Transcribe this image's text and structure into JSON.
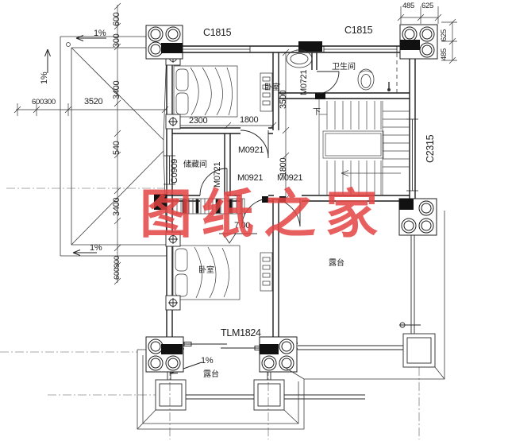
{
  "watermark": {
    "text": "图纸之家",
    "color": "#e34444"
  },
  "rooms": {
    "bedroom_top": "卧室",
    "bathroom": "卫生间",
    "storage": "储藏间",
    "bedroom_bottom": "卧室",
    "terrace_right": "露台",
    "terrace_bottom": "露台"
  },
  "openings": {
    "window_top_left": "C1815",
    "window_top_right": "C1815",
    "window_right": "C2315",
    "window_storage": "C0909",
    "door_bath": "M0721",
    "door_storage": "M0721",
    "door_hall_top": "M0921",
    "door_hall_left": "M0921",
    "door_hall_right": "M0921",
    "door_terrace": "TLM1824"
  },
  "dimensions": {
    "top_right_a": "485",
    "top_right_b": "625",
    "right_a": "625",
    "right_b": "485",
    "left_v_600": "600",
    "left_v_300": "300",
    "left_v_3400a": "3400",
    "left_v_540": "540",
    "left_v_3400b": "3400",
    "left_v_600300": "600300",
    "left_h_600300": "600300",
    "left_h_3520": "3520",
    "room_w_2300": "2300",
    "room_w_1800": "1800",
    "room_h_3500": "3500",
    "hall_h_1800": "1800"
  },
  "annotations": {
    "elevation": "7.00",
    "stair_down": "下",
    "slope_roof_top": "1%",
    "slope_roof_left": "1%",
    "slope_roof_bottom": "1%",
    "slope_terrace": "1%"
  }
}
